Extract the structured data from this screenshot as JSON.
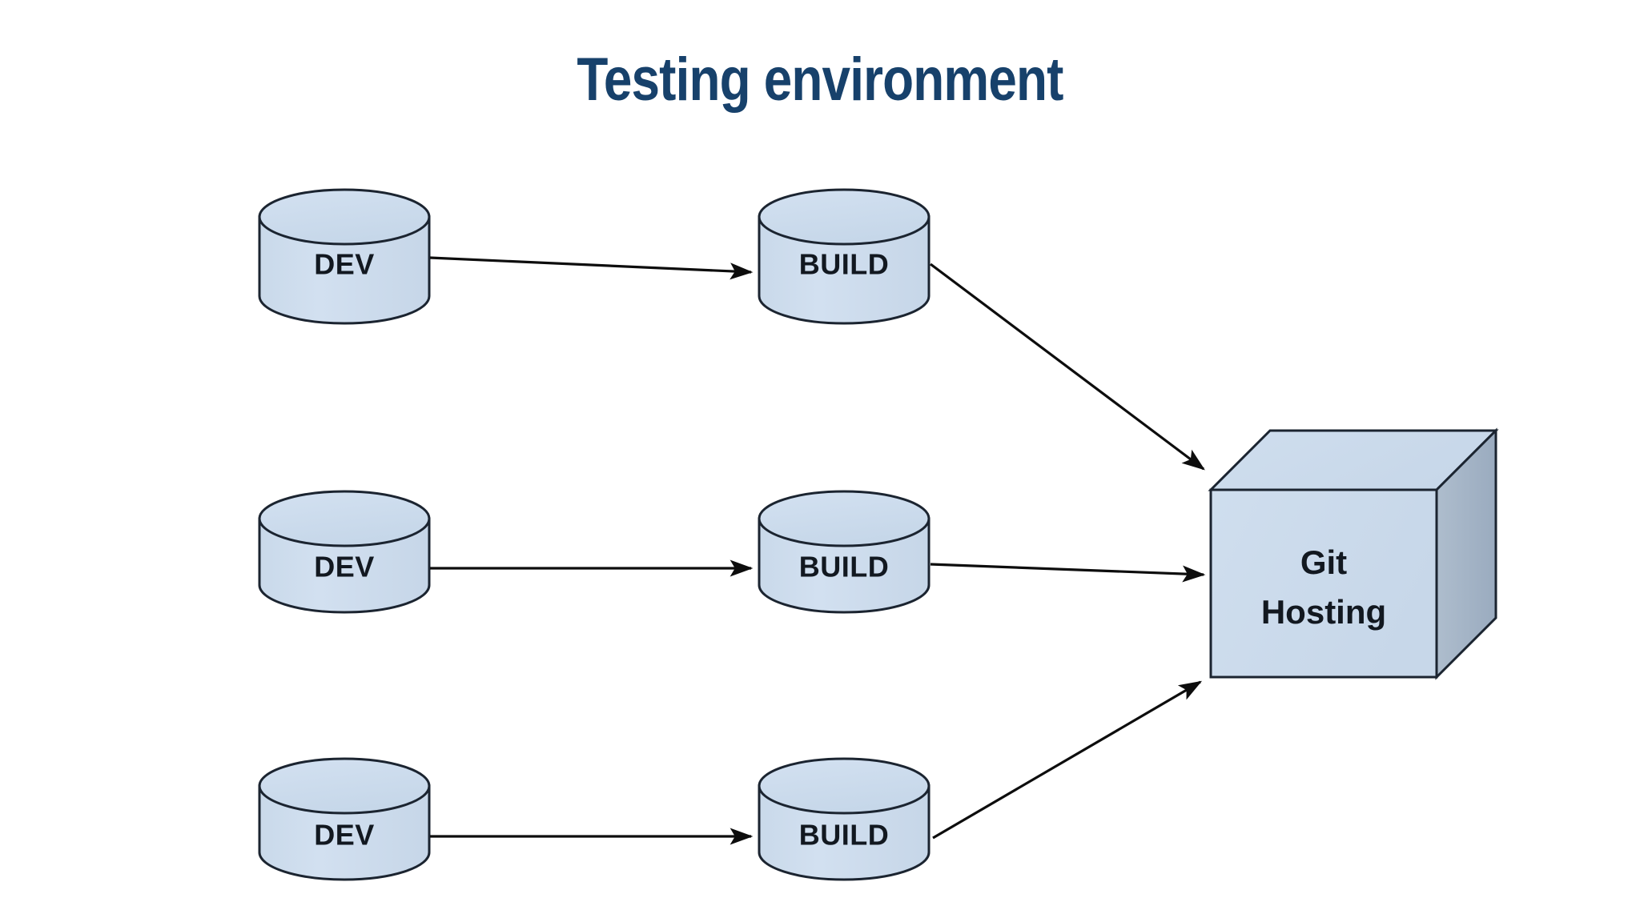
{
  "slide": {
    "title": "Testing environment",
    "title_color": "#17416b",
    "background_color": "#ffffff"
  },
  "palette": {
    "node_fill": "#cedeef",
    "node_fill_light": "#d6e3f1",
    "node_top_fill": "#cbdbec",
    "box_front_fill": "#ccdcec",
    "box_top_fill": "#cedeee",
    "box_side_fill": "#a4b4c6",
    "stroke": "#1b2430",
    "arrow_color": "#0d0d0d",
    "label_color": "#121820"
  },
  "diagram": {
    "type": "flow",
    "nodes": [
      {
        "id": "dev-1",
        "label": "DEV",
        "shape": "cylinder",
        "row": 1,
        "column": "dev"
      },
      {
        "id": "build-1",
        "label": "BUILD",
        "shape": "cylinder",
        "row": 1,
        "column": "build"
      },
      {
        "id": "dev-2",
        "label": "DEV",
        "shape": "cylinder",
        "row": 2,
        "column": "dev"
      },
      {
        "id": "build-2",
        "label": "BUILD",
        "shape": "cylinder",
        "row": 2,
        "column": "build"
      },
      {
        "id": "dev-3",
        "label": "DEV",
        "shape": "cylinder",
        "row": 3,
        "column": "dev"
      },
      {
        "id": "build-3",
        "label": "BUILD",
        "shape": "cylinder",
        "row": 3,
        "column": "build"
      },
      {
        "id": "git-hosting",
        "label_line1": "Git",
        "label_line2": "Hosting",
        "shape": "cube",
        "row": 2,
        "column": "target"
      }
    ],
    "edges": [
      {
        "from": "dev-1",
        "to": "build-1",
        "style": "arrow"
      },
      {
        "from": "dev-2",
        "to": "build-2",
        "style": "arrow"
      },
      {
        "from": "dev-3",
        "to": "build-3",
        "style": "arrow"
      },
      {
        "from": "build-1",
        "to": "git-hosting",
        "style": "arrow"
      },
      {
        "from": "build-2",
        "to": "git-hosting",
        "style": "arrow"
      },
      {
        "from": "build-3",
        "to": "git-hosting",
        "style": "arrow"
      }
    ]
  },
  "labels": {
    "dev": "DEV",
    "build": "BUILD",
    "git_line1": "Git",
    "git_line2": "Hosting"
  }
}
